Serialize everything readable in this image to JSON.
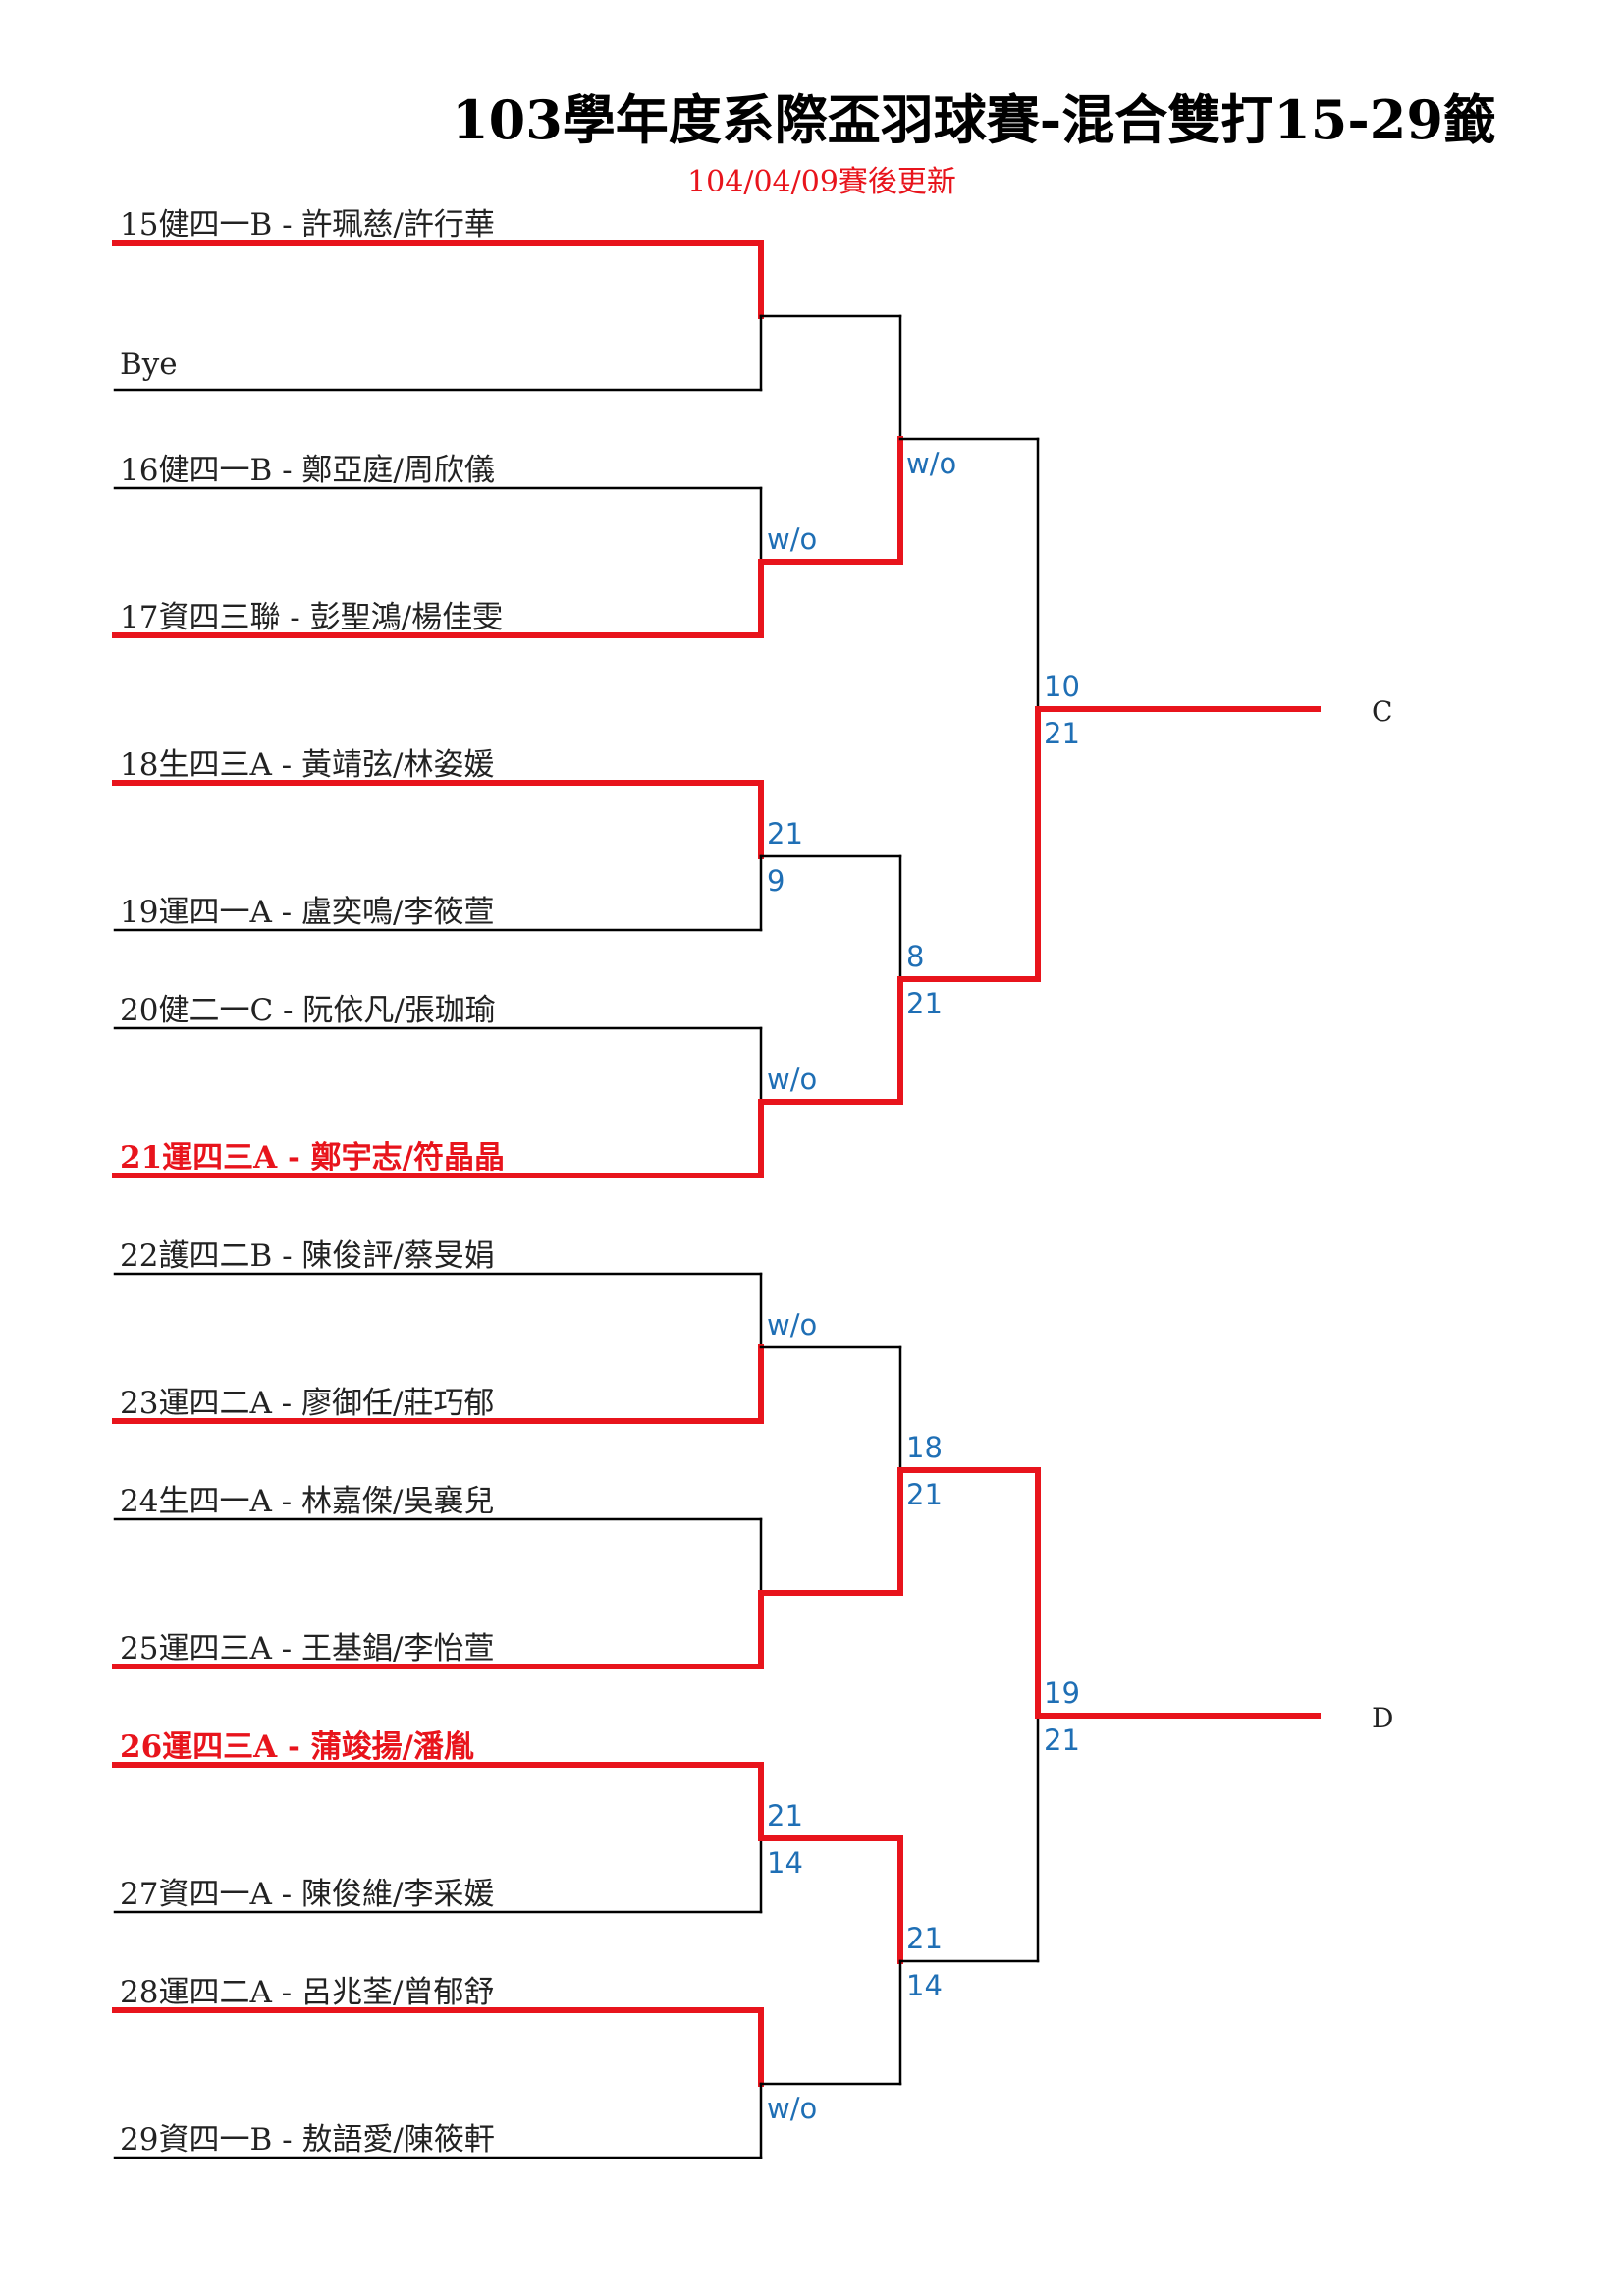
{
  "title": "103學年度系際盃羽球賽-混合雙打15-29籤",
  "subtitle": "104/04/09賽後更新",
  "colors": {
    "win_line": "#e8141c",
    "line": "#000000",
    "score": "#1f6fb5",
    "highlight": "#e8141c"
  },
  "entries": [
    {
      "label": "15健四一B - 許珮慈/許行華",
      "highlight": false
    },
    {
      "label": "Bye",
      "highlight": false
    },
    {
      "label": "16健四一B - 鄭亞庭/周欣儀",
      "highlight": false
    },
    {
      "label": "17資四三聯 - 彭聖鴻/楊佳雯",
      "highlight": false
    },
    {
      "label": "18生四三A - 黃靖弦/林姿媛",
      "highlight": false
    },
    {
      "label": "19運四一A - 盧奕鳴/李筱萱",
      "highlight": false
    },
    {
      "label": "20健二一C - 阮依凡/張珈瑜",
      "highlight": false
    },
    {
      "label": "21運四三A - 鄭宇志/符晶晶",
      "highlight": true
    },
    {
      "label": "22護四二B - 陳俊評/蔡旻娟",
      "highlight": false
    },
    {
      "label": "23運四二A - 廖御任/莊巧郁",
      "highlight": false
    },
    {
      "label": "24生四一A - 林嘉傑/吳襄兒",
      "highlight": false
    },
    {
      "label": "25運四三A - 王基錩/李怡萱",
      "highlight": false
    },
    {
      "label": "26運四三A - 蒲竣揚/潘胤",
      "highlight": true
    },
    {
      "label": "27資四一A - 陳俊維/李采媛",
      "highlight": false
    },
    {
      "label": "28運四二A - 呂兆荃/曾郁舒",
      "highlight": false
    },
    {
      "label": "29資四一B - 敖語愛/陳筱軒",
      "highlight": false
    }
  ],
  "round1": [
    {
      "winner": "top",
      "top_score": "",
      "bottom_score": ""
    },
    {
      "winner": "bottom",
      "top_score": "w/o",
      "bottom_score": ""
    },
    {
      "winner": "top",
      "top_score": "21",
      "bottom_score": "9"
    },
    {
      "winner": "bottom",
      "top_score": "w/o",
      "bottom_score": ""
    },
    {
      "winner": "bottom",
      "top_score": "w/o",
      "bottom_score": ""
    },
    {
      "winner": "bottom",
      "top_score": "",
      "bottom_score": ""
    },
    {
      "winner": "top",
      "top_score": "21",
      "bottom_score": "14"
    },
    {
      "winner": "top",
      "top_score": "",
      "bottom_score": "w/o"
    }
  ],
  "round2": [
    {
      "winner": "bottom",
      "top_score": "",
      "bottom_score": "w/o"
    },
    {
      "winner": "bottom",
      "top_score": "8",
      "bottom_score": "21"
    },
    {
      "winner": "bottom",
      "top_score": "18",
      "bottom_score": "21"
    },
    {
      "winner": "top",
      "top_score": "21",
      "bottom_score": "14"
    }
  ],
  "round3": [
    {
      "winner": "bottom",
      "top_score": "10",
      "bottom_score": "21",
      "slot": "C"
    },
    {
      "winner": "top",
      "top_score": "19",
      "bottom_score": "21",
      "slot": "D"
    }
  ]
}
